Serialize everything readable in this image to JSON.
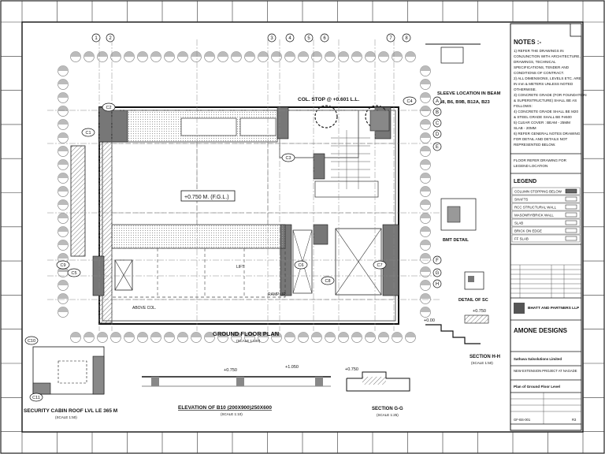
{
  "notes": {
    "heading": "NOTES :-",
    "lines": [
      "1) REFER THE DRAWINGS IN",
      "CONJUNCTION WITH ARCHITECTURE,",
      "DRAWINGS, TECHNICAL",
      "SPECIFICATIONS, TENDER AND",
      "CONDITIONS OF CONTRACT.",
      "2) ALL DIMENSIONS, LEVELS ETC. ARE",
      "IN mm & METERS UNLESS NOTED",
      "OTHERWISE.",
      "3) CONCRETE GRADE (FOR FOUNDATION",
      "& SUPERSTRUCTURE) SHALL BE AS",
      "FOLLOWS:",
      "4) CONCRETE GRADE SHALL BE M20",
      "& STEEL GRADE SHALL BE Fe500",
      "5) CLEAR COVER : BEAM - 25MM",
      "SLAB - 20MM",
      "6) REFER GENERAL NOTES DRAWING",
      "FOR DETAIL AND DETAILS NOT",
      "REPRESENTED BELOW."
    ],
    "extra": [
      "FLOOR REFER DRAWING FOR",
      "LEGEND LOCATION"
    ]
  },
  "legend": {
    "heading": "LEGEND",
    "items": [
      "COLUMN STOPPING BELOW",
      "SHAFTS",
      "RCC STRUCTURAL WALL",
      "MASONRY/BRICK WALL",
      "SLAB",
      "BRICK ON EDGE",
      "FF SLAB"
    ]
  },
  "sheet_labels": {
    "main_plan_title": "GROUND FLOOR PLAN",
    "main_plan_scale": "(SCALE 1:100)",
    "level_marker": "+0.750 M. (F.G.L.)",
    "security_title": "SECURITY CABIN ROOF LVL LE 365 M",
    "security_scale": "(SCALE 1:50)",
    "elevation_title": "ELEVATION OF B10 (200X900)250X600",
    "elevation_scale": "(SCALE 1:10)",
    "section_gg": "SECTION G-G",
    "section_gg_scale": "(SCALE 1:25)",
    "section_hh": "SECTION H-H",
    "section_hh_scale": "(SCALE 1:50)",
    "detail_a": "BMT DETAIL",
    "detail_b": "DETAIL OF SC",
    "col_stop": "COL. STOP @ +0.601 L.L.",
    "sleeve_title": "SLEEVE LOCATION IN BEAM",
    "sleeve_list": "B8, B6, B9B, B12A, B23",
    "ramp_up": "RAMP UP",
    "lift": "LIFT",
    "above_col": "ABOVE COL.",
    "lvl_0750": "+0.750",
    "lvl_1050": "+1.050",
    "lvl_0060": "+0.00"
  },
  "title_block": {
    "consultant": "BHATT AND PARTNERS LLP",
    "firm": "AMONE DESIGNS",
    "client": "Sathava Salsolutions Limited",
    "project": "NEW EXTENSION PROJECT AT NAGADE",
    "drawing_title": "Plan of Ground Floor Level",
    "drawing_no": "GF-BS-001",
    "revision": "R3"
  },
  "column_tags": [
    "C1",
    "C2",
    "C3",
    "C4",
    "C5",
    "C6",
    "C7",
    "C8",
    "C9",
    "C10",
    "C11"
  ],
  "grid_labels": [
    "A",
    "B",
    "C",
    "D",
    "E",
    "F",
    "G",
    "H",
    "1",
    "2",
    "3",
    "4",
    "5",
    "6",
    "7",
    "8"
  ]
}
